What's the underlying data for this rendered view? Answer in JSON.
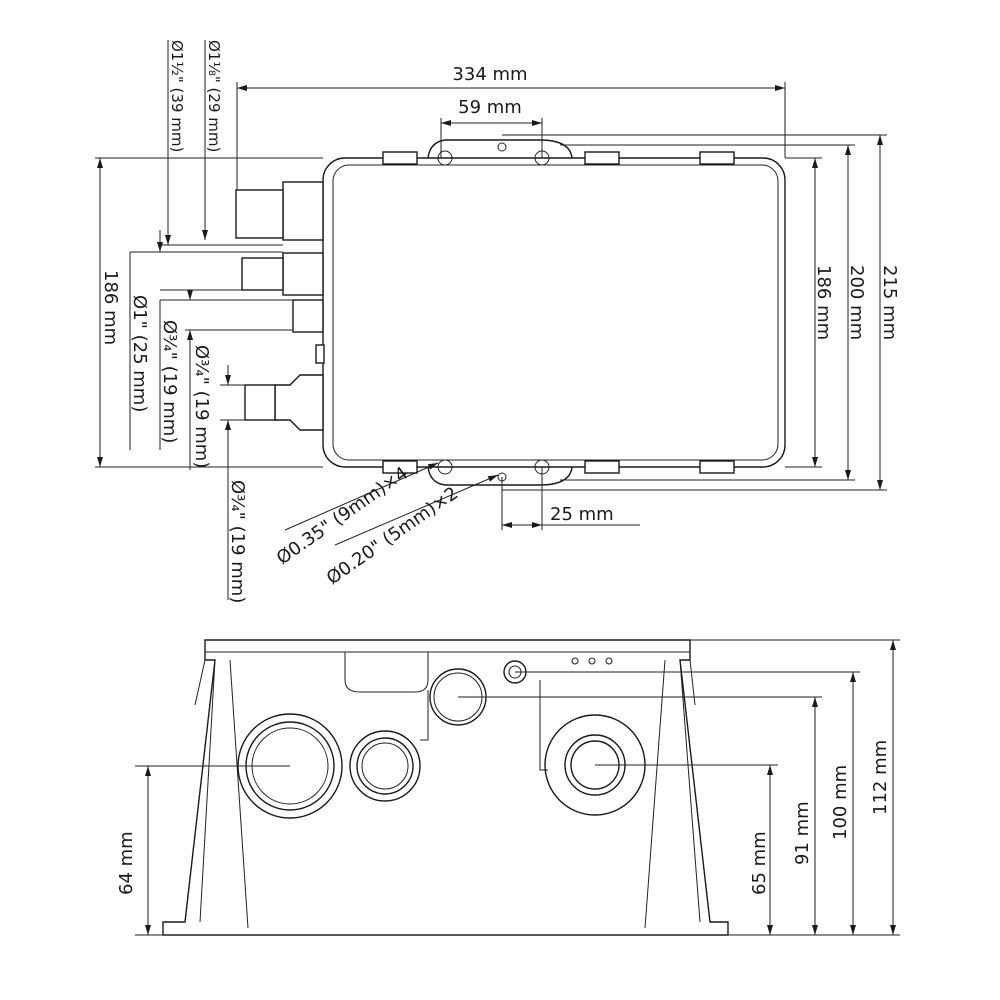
{
  "top_view": {
    "width_label": "334 mm",
    "hole_spacing_label": "59 mm",
    "offset_label": "25 mm",
    "height_left_label": "186 mm",
    "height_right_186": "186 mm",
    "height_right_200": "200 mm",
    "height_right_215": "215 mm",
    "outlet_1": "Ø1½\" (39 mm)",
    "outlet_2": "Ø1⅛\" (29 mm)",
    "outlet_3": "Ø1\" (25 mm)",
    "outlet_4": "Ø¾\" (19 mm)",
    "outlet_5": "Ø¾\" (19 mm)",
    "outlet_6": "Ø¾\" (19 mm)",
    "mount_holes_large": "Ø0.35\" (9mm)×4",
    "mount_holes_small": "Ø0.20\" (5mm)×2"
  },
  "side_view": {
    "dim_64": "64 mm",
    "dim_65": "65 mm",
    "dim_91": "91 mm",
    "dim_100": "100 mm",
    "dim_112": "112 mm"
  }
}
